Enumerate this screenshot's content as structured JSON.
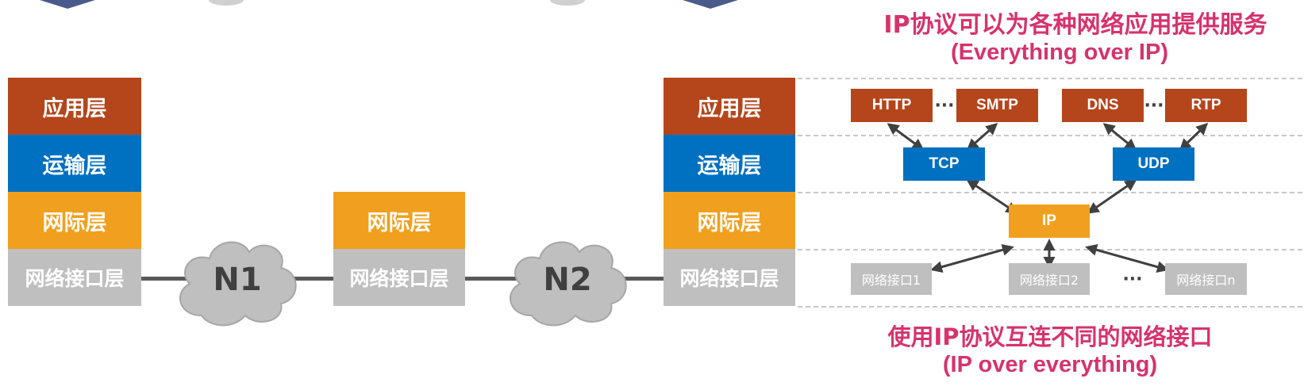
{
  "left_stack": {
    "app": "应用层",
    "transport": "运输层",
    "internet": "网际层",
    "netif": "网络接口层"
  },
  "router_stack": {
    "internet": "网际层",
    "netif": "网络接口层"
  },
  "right_stack": {
    "app": "应用层",
    "transport": "运输层",
    "internet": "网际层",
    "netif": "网络接口层"
  },
  "clouds": {
    "n1": "N1",
    "n2": "N2"
  },
  "protocol_diagram": {
    "top_title": "IP协议可以为各种网络应用提供服务",
    "top_subtitle": "(Everything over IP)",
    "app_protocols": [
      "HTTP",
      "SMTP",
      "DNS",
      "RTP"
    ],
    "transport_protocols": [
      "TCP",
      "UDP"
    ],
    "network_protocol": "IP",
    "interfaces": [
      "网络接口1",
      "网络接口2",
      "网络接口n"
    ],
    "ellipsis": "···",
    "bottom_title": "使用IP协议互连不同的网络接口",
    "bottom_subtitle": "(IP over everything)"
  },
  "colors": {
    "application": "#b5451b",
    "transport": "#0070c0",
    "internet": "#f0a01e",
    "network_interface": "#bfbfbf",
    "title_text": "#d6336c"
  }
}
